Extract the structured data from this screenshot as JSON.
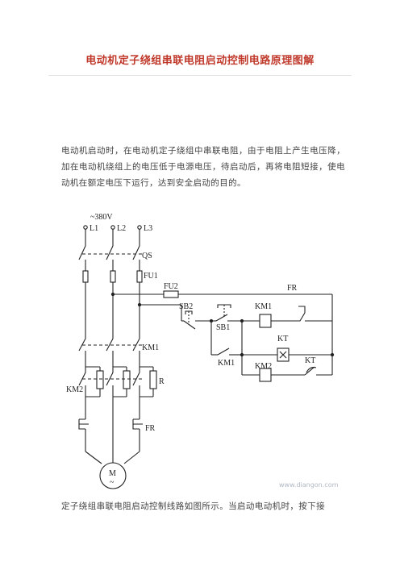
{
  "article": {
    "title": "电动机定子绕组串联电阻启动控制电路原理图解",
    "intro": "电动机启动时，在电动机定子绕组中串联电阻，由于电阻上产生电压降，加在电动机绕组上的电压低于电源电压，待启动后，再将电阻短接，使电动机在额定电压下运行，达到安全启动的目的。",
    "bottom_text": "定子绕组串联电阻启动控制线路如图所示。当启动电动机时，按下接"
  },
  "diagram": {
    "voltage": "~380V",
    "phases": [
      "L1",
      "L2",
      "L3"
    ],
    "labels": {
      "qs": "QS",
      "fu1": "FU1",
      "fu2": "FU2",
      "fr_top": "FR",
      "sb2": "SB2",
      "sb1": "SB1",
      "km1_coil": "KM1",
      "km1_aux": "KM1",
      "km1_main": "KM1",
      "kt_coil": "KT",
      "kt_contact": "KT",
      "km2_coil": "KM2",
      "km2_main": "KM2",
      "r": "R",
      "fr_bottom": "FR",
      "motor_m": "M",
      "motor_tilde": "~"
    },
    "watermark": "www.diangon.com"
  }
}
